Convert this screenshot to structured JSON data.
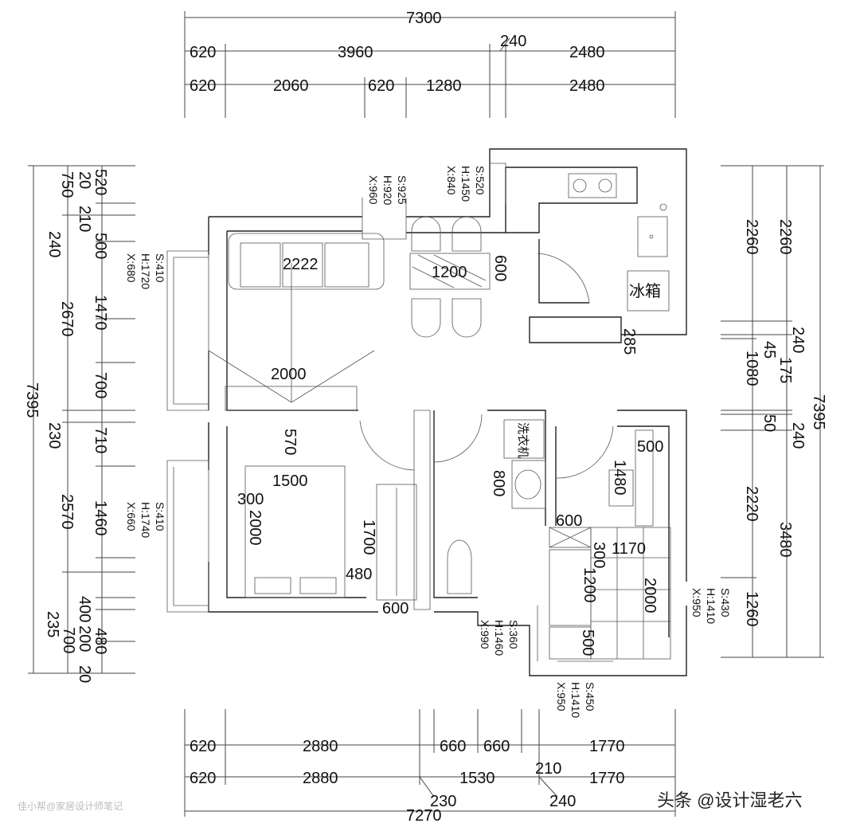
{
  "top": {
    "total": "7300",
    "row2": [
      "620",
      "3960",
      "240",
      "2480"
    ],
    "row3": [
      "620",
      "2060",
      "620",
      "1280",
      "2480"
    ]
  },
  "bottom": {
    "row1": [
      "620",
      "2880",
      "660",
      "660",
      "1770"
    ],
    "row2": [
      "620",
      "2880",
      "1530",
      "210",
      "1770"
    ],
    "total": "7270",
    "extra": [
      "230",
      "240"
    ]
  },
  "left": {
    "total": "7395",
    "outer": [
      "750",
      "240",
      "2670",
      "230",
      "2570",
      "235"
    ],
    "inner": [
      "520",
      "20",
      "210",
      "500",
      "1470",
      "700",
      "710",
      "1460",
      "400",
      "200",
      "480",
      "700",
      "20"
    ]
  },
  "right": {
    "total": "7395",
    "inner": [
      "2260",
      "45",
      "1080",
      "50",
      "2220",
      "1260"
    ],
    "outer": [
      "2260",
      "240",
      "175",
      "240",
      "3480"
    ]
  },
  "windows": [
    [
      "S:410",
      "H:1720",
      "X:680"
    ],
    [
      "S:410",
      "H:1740",
      "X:660"
    ],
    [
      "S:925",
      "H:920",
      "X:960"
    ],
    [
      "S:520",
      "H:1450",
      "X:840"
    ],
    [
      "S:360",
      "H:1460",
      "X:990"
    ],
    [
      "S:450",
      "H:1410",
      "X:950"
    ],
    [
      "S:430",
      "H:1410",
      "X:950"
    ]
  ],
  "interior": {
    "sofa": "2222",
    "table_w": "1200",
    "table_d": "600",
    "kitchen_win": "285",
    "tv": "2000",
    "bed_gap": "570",
    "bed_w": "1500",
    "bed_side": "300",
    "bed_l": "2000",
    "wardrobe_l": "1700",
    "wardrobe_gap": "480",
    "wardrobe_d": "600",
    "basin": "800",
    "desk_d": "500",
    "desk_l": "1480",
    "closet_w": "600",
    "closet_a": "300",
    "tatami_w": "1170",
    "closet_b": "1200",
    "tatami_l": "2000",
    "closet_c": "500",
    "fridge": "冰箱",
    "washer": "洗衣机"
  },
  "watermark": {
    "main": "头条 @设计湿老六",
    "faint": "佳小帮@家居设计师笔记"
  }
}
